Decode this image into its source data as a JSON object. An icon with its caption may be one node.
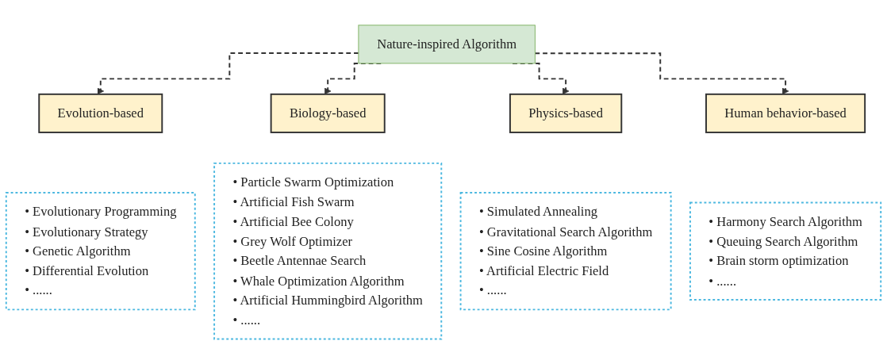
{
  "diagram": {
    "nodes": [
      {
        "text": [
          "Nature-inspired Algorithm"
        ]
      },
      {
        "text": [
          "Evolution-based"
        ]
      },
      {
        "text": [
          "Biology-based"
        ]
      },
      {
        "text": [
          "Physics-based"
        ]
      },
      {
        "text": [
          "Human behavior-based"
        ]
      },
      {
        "text": [
          "• Evolutionary Programming",
          "• Evolutionary Strategy",
          "• Genetic Algorithm",
          "• Differential Evolution",
          "• ......"
        ]
      },
      {
        "text": [
          "• Particle Swarm Optimization",
          "• Artificial Fish Swarm",
          "• Artificial Bee Colony",
          "• Grey Wolf Optimizer",
          "• Beetle Antennae Search",
          "• Whale Optimization Algorithm",
          "• Artificial Hummingbird Algorithm",
          "• ......"
        ]
      },
      {
        "text": [
          "• Simulated Annealing",
          "• Gravitational Search Algorithm",
          "• Sine Cosine Algorithm",
          "• Artificial Electric Field",
          "• ......"
        ]
      },
      {
        "text": [
          "• Harmony Search Algorithm",
          "• Queuing Search Algorithm",
          "• Brain storm optimization",
          "• ......"
        ]
      }
    ],
    "edges": [
      {
        "from": 0,
        "to": 1,
        "arrow": "to",
        "style": "dashed"
      },
      {
        "from": 0,
        "to": 2,
        "arrow": "to",
        "style": "dashed"
      },
      {
        "from": 0,
        "to": 3,
        "arrow": "to",
        "style": "dashed"
      },
      {
        "from": 0,
        "to": 4,
        "arrow": "to",
        "style": "dashed"
      }
    ]
  }
}
